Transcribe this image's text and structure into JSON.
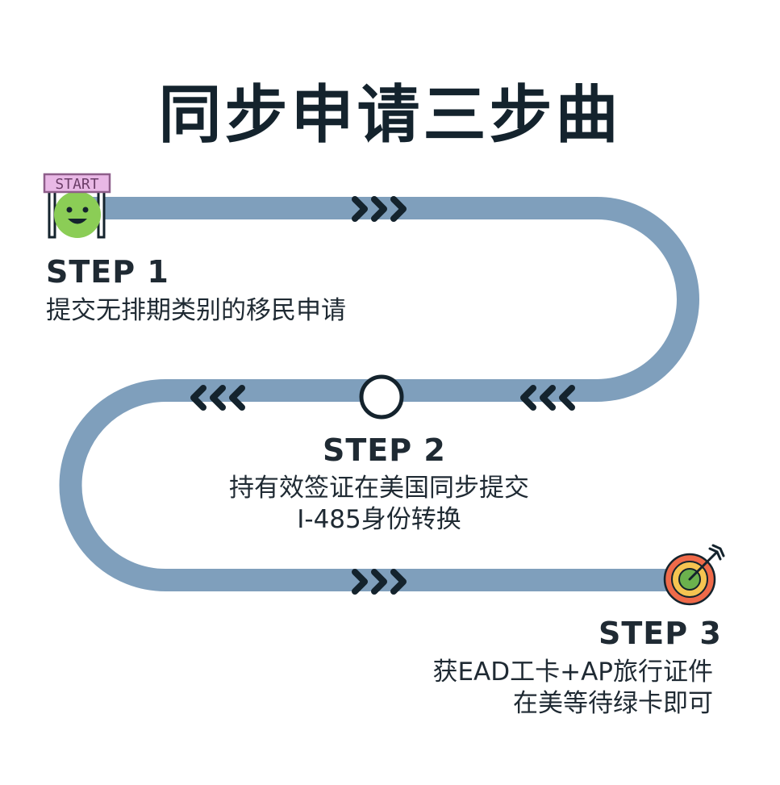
{
  "title": "同步申请三步曲",
  "start_sign": {
    "text": "START",
    "icon": "smiley-face-icon"
  },
  "steps": [
    {
      "heading": "STEP 1",
      "desc_lines": [
        "提交无排期类别的移民申请"
      ]
    },
    {
      "heading": "STEP 2",
      "desc_lines": [
        "持有效签证在美国同步提交",
        "I-485身份转换"
      ]
    },
    {
      "heading": "STEP 3",
      "desc_lines": [
        "获EAD工卡+AP旅行证件",
        "在美等待绿卡即可"
      ]
    }
  ],
  "markers": {
    "start": "start-sign-icon",
    "middle": "checkpoint-circle-icon",
    "end": "target-dartboard-icon"
  },
  "colors": {
    "road": "#7f9fbc",
    "chevron": "#14232d",
    "text": "#1f2a33",
    "sign_fill": "#e9b8e6",
    "sign_border": "#8e5e8a",
    "smiley": "#8bcd56",
    "target_outer": "#ef6a49",
    "target_ring": "#f5c451",
    "target_inner": "#6bb14d"
  }
}
